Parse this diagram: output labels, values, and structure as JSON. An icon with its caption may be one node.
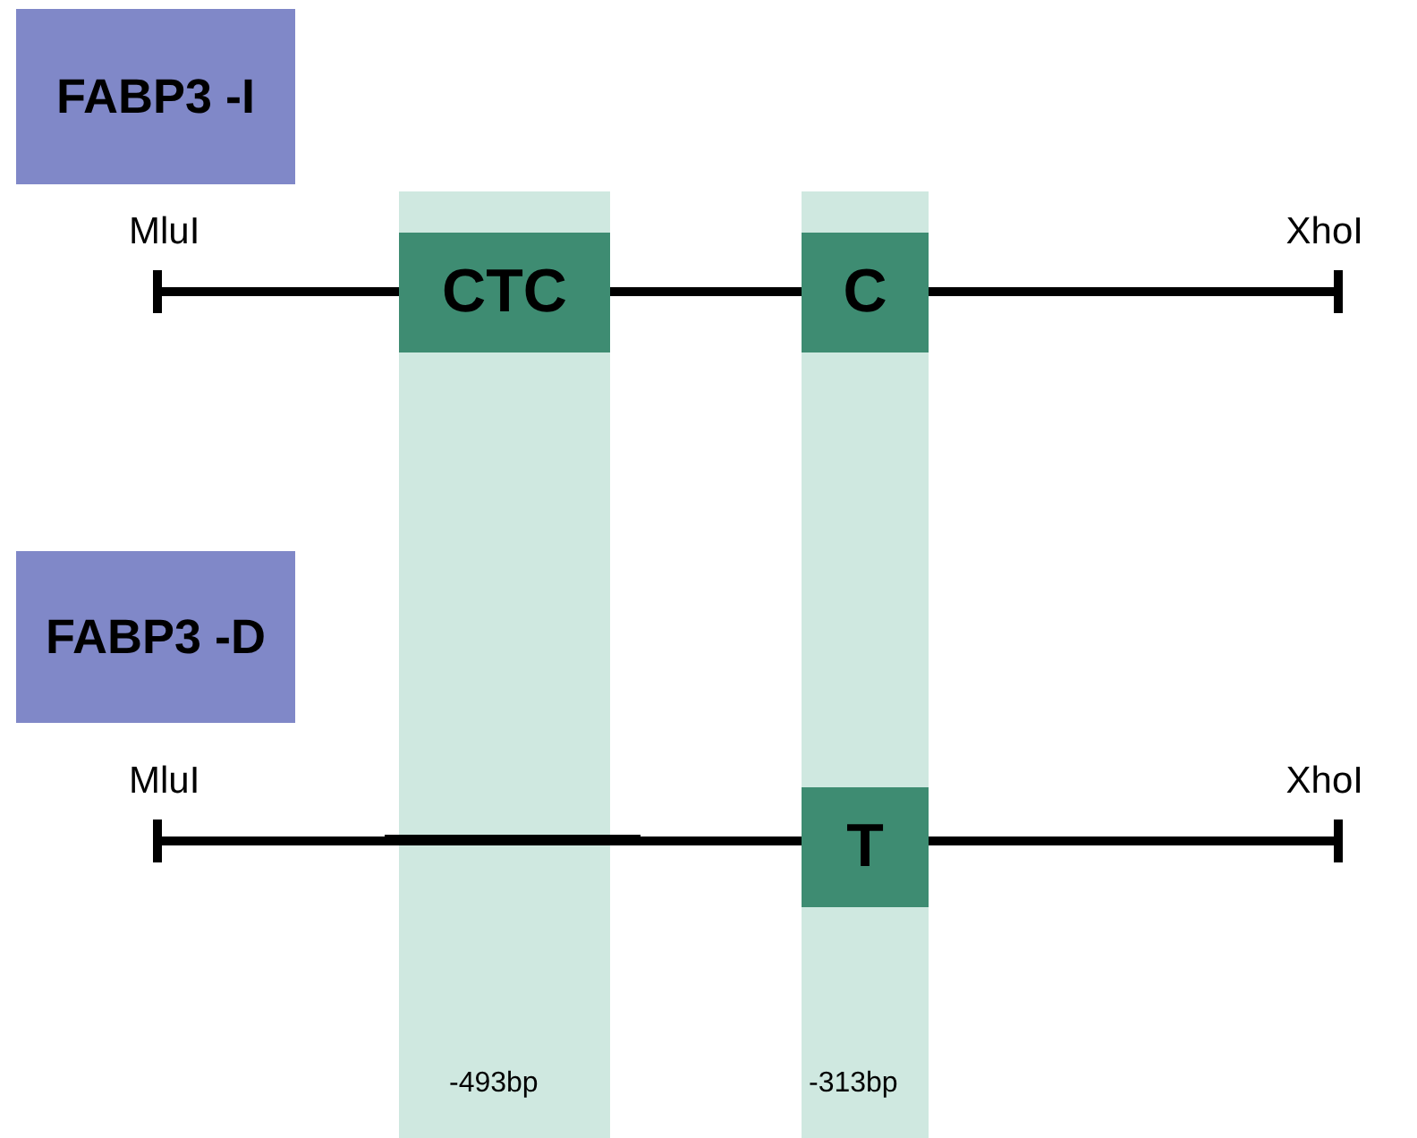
{
  "diagram": {
    "nodes": [
      {
        "text": [
          "FABP3 -I"
        ]
      },
      {
        "text": [
          "FABP3 -D"
        ]
      },
      {
        "text": [
          "-493bp"
        ]
      },
      {
        "text": [
          "-313bp"
        ]
      },
      {
        "text": [
          "CTC"
        ],
        "in": 2
      },
      {
        "text": [
          "C"
        ],
        "in": 3
      },
      {
        "text": [
          "T"
        ],
        "in": 3
      }
    ],
    "edges": [],
    "labels": [
      "MluI",
      "XhoI",
      "MluI",
      "XhoI"
    ]
  }
}
